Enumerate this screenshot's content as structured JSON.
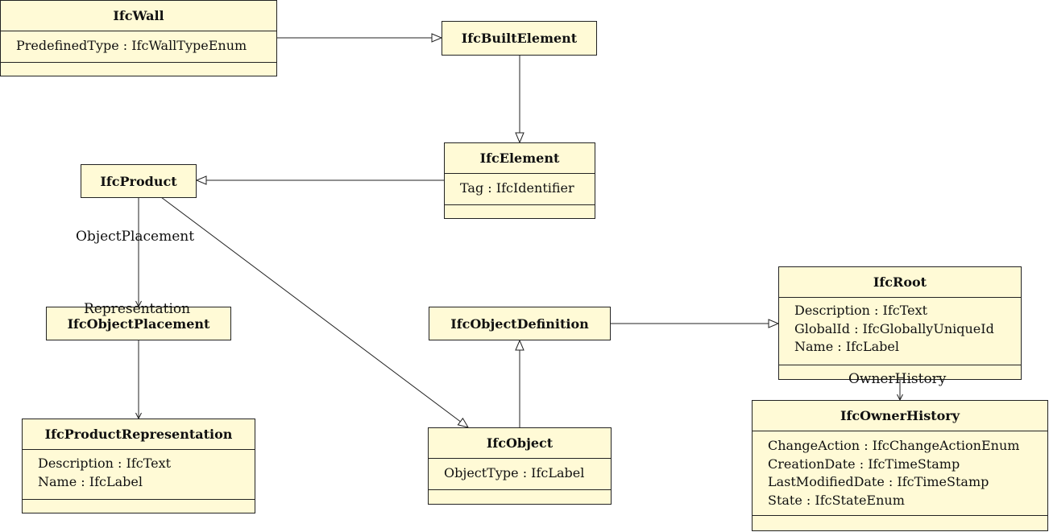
{
  "classes": {
    "wall": {
      "name": "IfcWall",
      "attributes": [
        "PredefinedType : IfcWallTypeEnum"
      ]
    },
    "built_element": {
      "name": "IfcBuiltElement"
    },
    "element": {
      "name": "IfcElement",
      "attributes": [
        "Tag : IfcIdentifier"
      ]
    },
    "product": {
      "name": "IfcProduct"
    },
    "object_placement": {
      "name": "IfcObjectPlacement"
    },
    "object_definition": {
      "name": "IfcObjectDefinition"
    },
    "root": {
      "name": "IfcRoot",
      "attributes": [
        "Description : IfcText",
        "GlobalId : IfcGloballyUniqueId",
        "Name : IfcLabel"
      ]
    },
    "product_representation": {
      "name": "IfcProductRepresentation",
      "attributes": [
        "Description : IfcText",
        "Name : IfcLabel"
      ]
    },
    "object": {
      "name": "IfcObject",
      "attributes": [
        "ObjectType : IfcLabel"
      ]
    },
    "owner_history": {
      "name": "IfcOwnerHistory",
      "attributes": [
        "ChangeAction : IfcChangeActionEnum",
        "CreationDate : IfcTimeStamp",
        "LastModifiedDate : IfcTimeStamp",
        "State : IfcStateEnum"
      ]
    }
  },
  "associations": {
    "object_placement": "ObjectPlacement",
    "representation": "Representation",
    "owner_history": "OwnerHistory"
  }
}
